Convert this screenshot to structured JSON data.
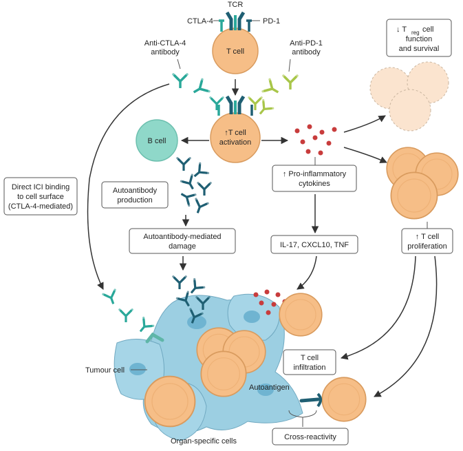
{
  "labels": {
    "tcr": "TCR",
    "ctla4": "CTLA-4",
    "pd1": "PD-1",
    "t_cell": "T cell",
    "anti_ctla4": [
      "Anti-CTLA-4",
      "antibody"
    ],
    "anti_pd1": [
      "Anti-PD-1",
      "antibody"
    ],
    "t_cell_activation": [
      "↑T cell",
      "activation"
    ],
    "b_cell": "B cell",
    "tumour_cell": "Tumour cell",
    "organ_specific_cells": "Organ-specific cells",
    "autoantigen": "Autoantigen"
  },
  "boxes": {
    "treg": [
      "↓ T",
      "reg",
      "cell",
      "function",
      "and survival"
    ],
    "direct_ici": [
      "Direct ICI binding",
      "to cell surface",
      "(CTLA-4-mediated)"
    ],
    "autoantibody_production": [
      "Autoantibody",
      "production"
    ],
    "autoantibody_damage": [
      "Autoantibody-mediated",
      "damage"
    ],
    "pro_inflammatory": [
      "↑ Pro-inflammatory",
      "cytokines"
    ],
    "il17": "IL-17, CXCL10, TNF",
    "t_cell_proliferation": [
      "↑ T cell",
      "proliferation"
    ],
    "t_cell_infiltration": [
      "T cell",
      "infiltration"
    ],
    "cross_reactivity": "Cross-reactivity"
  },
  "colors": {
    "t_cell": "#f6be87",
    "t_cell_stroke": "#d99b5e",
    "b_cell": "#8fd8c9",
    "treg": "#fbe4cf",
    "tissue": "#9ccfe2",
    "tissue_nucleus": "#6fb4d1",
    "teal": "#2aa89a",
    "dark_teal": "#1f5f73",
    "green": "#a9c64a",
    "cytokine": "#c83c3c",
    "arrow": "#333333"
  }
}
